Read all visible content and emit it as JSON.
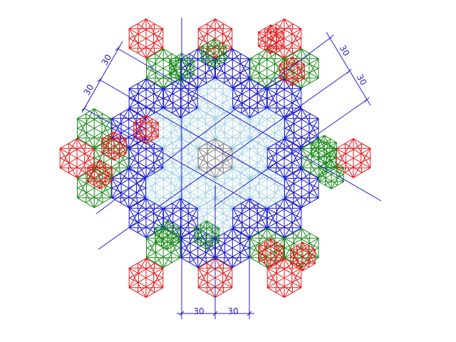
{
  "figure": {
    "description_colors": {
      "red": "#e41a1c",
      "green": "#1a8a1a",
      "blue": "#1515cc",
      "light_blue": "#a8d4e6",
      "gray": "#808080",
      "dimension": "#2020cc"
    },
    "dimension_labels": {
      "bottom_left": "30",
      "bottom_right": "30",
      "upper_left_outer": "30",
      "upper_left_inner": "30",
      "upper_right_outer": "30",
      "upper_right_inner": "30"
    },
    "layers": [
      {
        "name": "gray-center",
        "color": "gray"
      },
      {
        "name": "light-blue-ring",
        "color": "light_blue"
      },
      {
        "name": "blue-ring",
        "color": "blue"
      },
      {
        "name": "green-ring",
        "color": "green"
      },
      {
        "name": "red-ring",
        "color": "red"
      }
    ]
  }
}
